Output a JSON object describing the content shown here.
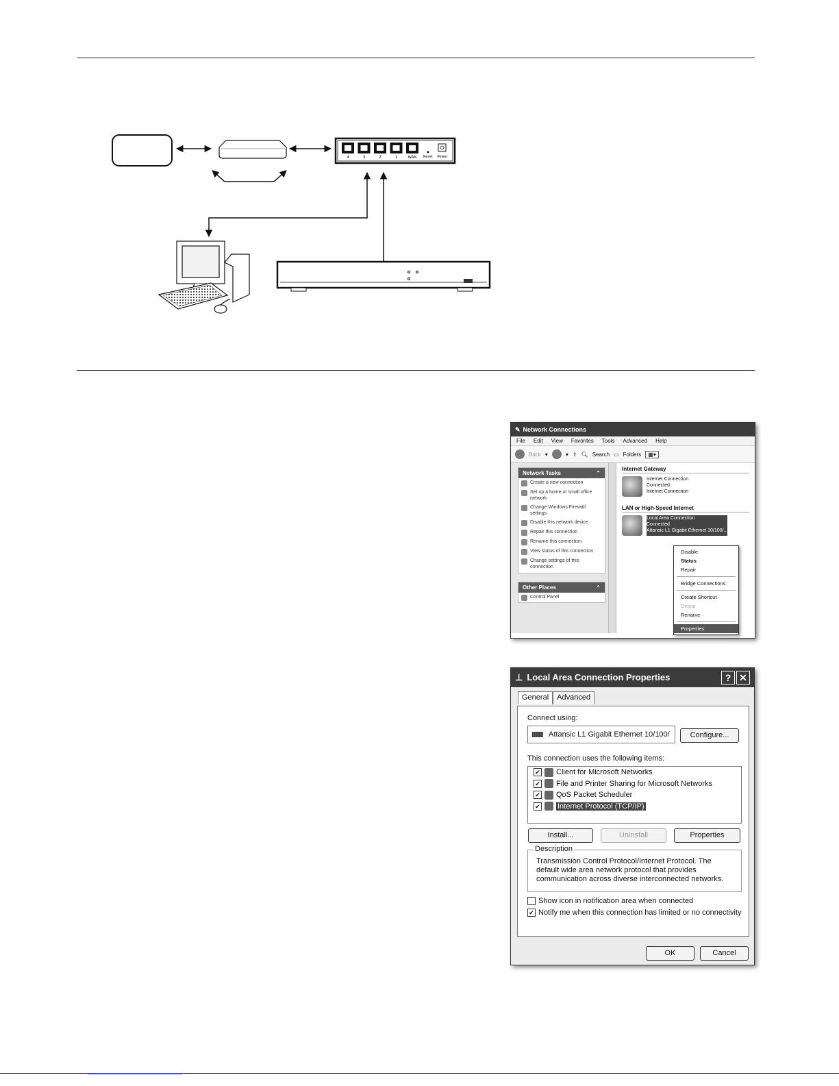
{
  "router_ports": [
    "4",
    "3",
    "2",
    "1",
    "WAN"
  ],
  "router_labels": {
    "reset": "Reset",
    "power": "Power"
  },
  "network_connections": {
    "title": "Network Connections",
    "menu": [
      "File",
      "Edit",
      "View",
      "Favorites",
      "Tools",
      "Advanced",
      "Help"
    ],
    "toolbar": {
      "back": "Back",
      "search": "Search",
      "folders": "Folders"
    },
    "network_tasks": {
      "header": "Network Tasks",
      "items": [
        "Create a new connection",
        "Set up a home or small office network",
        "Change Windows Firewall settings",
        "Disable this network device",
        "Repair this connection",
        "Rename this connection",
        "View status of this connection",
        "Change settings of this connection"
      ]
    },
    "other_places": {
      "header": "Other Places",
      "items": [
        "Control Panel"
      ]
    },
    "groups": [
      {
        "name": "Internet Gateway",
        "connection": [
          "Internet Connection",
          "Connected",
          "Internet Connection"
        ]
      },
      {
        "name": "LAN or High-Speed Internet",
        "connection": [
          "Local Area Connection",
          "Connected",
          "Attansic L1 Gigabit Ethernet 10/100/..."
        ]
      }
    ],
    "context_menu": [
      {
        "label": "Disable"
      },
      {
        "label": "Status",
        "bold": true
      },
      {
        "label": "Repair"
      },
      {
        "separator": true
      },
      {
        "label": "Bridge Connections"
      },
      {
        "separator": true
      },
      {
        "label": "Create Shortcut"
      },
      {
        "label": "Delete",
        "disabled": true
      },
      {
        "label": "Rename"
      },
      {
        "separator": true
      },
      {
        "label": "Properties",
        "highlighted": true
      }
    ]
  },
  "lan_properties": {
    "title": "Local Area Connection Properties",
    "help_button": "?",
    "close_button": "✕",
    "tabs": [
      "General",
      "Advanced"
    ],
    "connect_using_label": "Connect using:",
    "adapter": "Attansic L1 Gigabit Ethernet 10/100/",
    "configure_button": "Configure...",
    "items_label": "This connection uses the following items:",
    "items": [
      {
        "label": "Client for Microsoft Networks",
        "checked": true
      },
      {
        "label": "File and Printer Sharing for Microsoft Networks",
        "checked": true
      },
      {
        "label": "QoS Packet Scheduler",
        "checked": true
      },
      {
        "label": "Internet Protocol (TCP/IP)",
        "checked": true,
        "selected": true
      }
    ],
    "install_button": "Install...",
    "uninstall_button": "Uninstall",
    "properties_button": "Properties",
    "description_label": "Description",
    "description_text": "Transmission Control Protocol/Internet Protocol. The default wide area network protocol that provides communication across diverse interconnected networks.",
    "show_icon_option": {
      "label": "Show icon in notification area when connected",
      "checked": false
    },
    "notify_option": {
      "label": "Notify me when this connection has limited or no connectivity",
      "checked": true
    },
    "ok_button": "OK",
    "cancel_button": "Cancel"
  }
}
